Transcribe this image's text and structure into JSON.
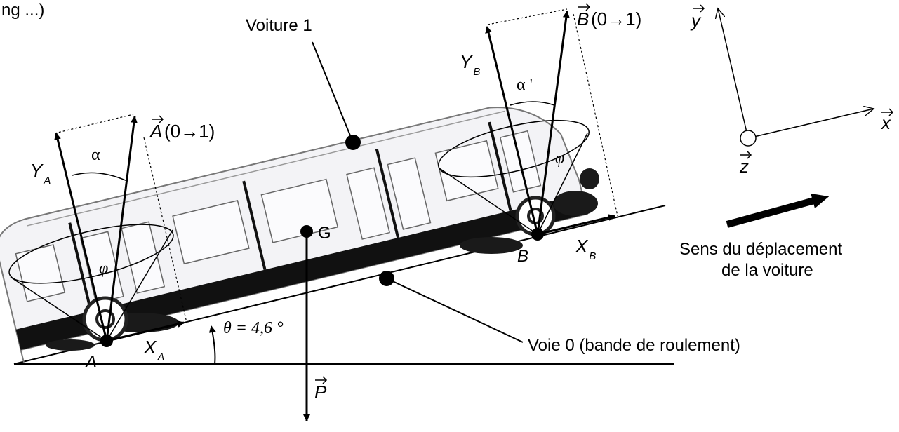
{
  "labels": {
    "top_partial": "ng ...)",
    "voiture": "Voiture 1",
    "voie": "Voie 0 (bande de roulement)",
    "point_A": "A",
    "point_B": "B",
    "point_G": "G",
    "force_A": "(0→1)",
    "force_B": "(0→1)",
    "force_A_letter": "A",
    "force_B_letter": "B",
    "weight": "P",
    "YA_main": "Y",
    "YA_sub": "A",
    "XA_main": "X",
    "XA_sub": "A",
    "YB_main": "Y",
    "YB_sub": "B",
    "XB_main": "X",
    "XB_sub": "B",
    "alpha": "α",
    "alpha_prime": "α '",
    "phi_A": "φ",
    "phi_B": "φ",
    "theta": "θ = 4,6 °",
    "axis_y": "y",
    "axis_x": "x",
    "axis_z": "z",
    "direction_line1": "Sens du déplacement",
    "direction_line2": "de la voiture"
  },
  "diagram": {
    "slope_angle_deg": 4.6
  }
}
